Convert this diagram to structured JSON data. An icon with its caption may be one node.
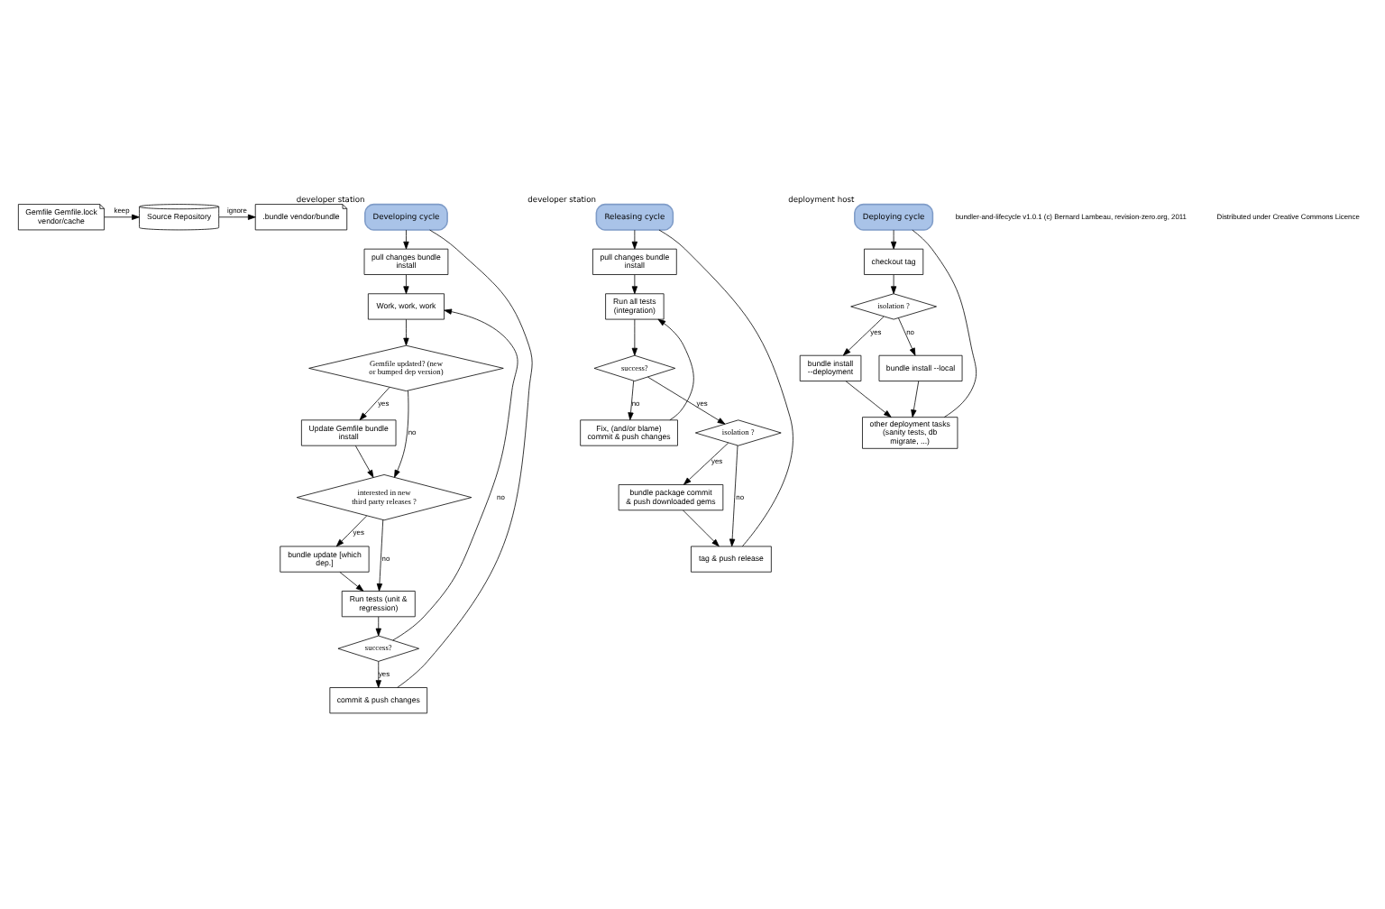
{
  "diagram": {
    "nodes": [
      {
        "text": [
          "Gemfile Gemfile.lock vendor/cache"
        ]
      },
      {
        "text": [
          "Source Repository"
        ]
      },
      {
        "text": [
          ".bundle vendor/bundle"
        ]
      },
      {
        "text": [
          "Developing cycle"
        ],
        "beside": [
          "developer station"
        ]
      },
      {
        "text": [
          "pull changes bundle install"
        ]
      },
      {
        "text": [
          "Work, work, work"
        ]
      },
      {
        "text": [
          "Gemfile updated? (new or bumped dep version)"
        ]
      },
      {
        "text": [
          "Update Gemfile bundle install"
        ]
      },
      {
        "text": [
          "interested in new third party releases ?"
        ]
      },
      {
        "text": [
          "bundle update [which dep.]"
        ]
      },
      {
        "text": [
          "Run tests (unit & regression)"
        ]
      },
      {
        "text": [
          "success?"
        ]
      },
      {
        "text": [
          "commit & push changes"
        ]
      },
      {
        "text": [
          "Releasing cycle"
        ],
        "beside": [
          "developer station"
        ]
      },
      {
        "text": [
          "pull changes bundle install"
        ]
      },
      {
        "text": [
          "Run all tests (integration)"
        ]
      },
      {
        "text": [
          "success?"
        ]
      },
      {
        "text": [
          "Fix, (and/or blame) commit & push changes"
        ]
      },
      {
        "text": [
          "isolation ?"
        ]
      },
      {
        "text": [
          "bundle package commit & push downloaded gems"
        ]
      },
      {
        "text": [
          "tag & push release"
        ]
      },
      {
        "text": [
          "Deploying cycle"
        ],
        "beside": [
          "deployment host"
        ]
      },
      {
        "text": [
          "checkout tag"
        ]
      },
      {
        "text": [
          "isolation ?"
        ]
      },
      {
        "text": [
          "bundle install --deployment"
        ]
      },
      {
        "text": [
          "bundle install --local"
        ]
      },
      {
        "text": [
          "other deployment tasks (sanity tests, db migrate, ...)"
        ]
      }
    ],
    "edges": [
      {
        "from": 0,
        "to": 1,
        "arrow": "to",
        "label": "keep"
      },
      {
        "from": 1,
        "to": 2,
        "arrow": "to",
        "label": "ignore"
      },
      {
        "from": 3,
        "to": 4,
        "arrow": "to"
      },
      {
        "from": 4,
        "to": 5,
        "arrow": "to"
      },
      {
        "from": 5,
        "to": 6,
        "arrow": "to"
      },
      {
        "from": 6,
        "to": 7,
        "arrow": "to",
        "label": "yes"
      },
      {
        "from": 6,
        "to": 8,
        "arrow": "to",
        "label": "no"
      },
      {
        "from": 7,
        "to": 8,
        "arrow": "to"
      },
      {
        "from": 8,
        "to": 9,
        "arrow": "to",
        "label": "yes"
      },
      {
        "from": 8,
        "to": 10,
        "arrow": "to",
        "label": "no"
      },
      {
        "from": 9,
        "to": 10,
        "arrow": "to"
      },
      {
        "from": 10,
        "to": 11,
        "arrow": "to"
      },
      {
        "from": 11,
        "to": 12,
        "arrow": "to",
        "label": "yes"
      },
      {
        "from": 11,
        "to": 5,
        "arrow": "to",
        "label": "no"
      },
      {
        "from": 12,
        "to": 3,
        "arrow": "none"
      },
      {
        "from": 13,
        "to": 14,
        "arrow": "to"
      },
      {
        "from": 14,
        "to": 15,
        "arrow": "to"
      },
      {
        "from": 15,
        "to": 16,
        "arrow": "to"
      },
      {
        "from": 16,
        "to": 17,
        "arrow": "to",
        "label": "no"
      },
      {
        "from": 17,
        "to": 15,
        "arrow": "to"
      },
      {
        "from": 16,
        "to": 18,
        "arrow": "to",
        "label": "yes"
      },
      {
        "from": 18,
        "to": 19,
        "arrow": "to",
        "label": "yes"
      },
      {
        "from": 18,
        "to": 20,
        "arrow": "to",
        "label": "no"
      },
      {
        "from": 19,
        "to": 20,
        "arrow": "to"
      },
      {
        "from": 20,
        "to": 13,
        "arrow": "none"
      },
      {
        "from": 21,
        "to": 22,
        "arrow": "to"
      },
      {
        "from": 22,
        "to": 23,
        "arrow": "to"
      },
      {
        "from": 23,
        "to": 24,
        "arrow": "to",
        "label": "yes"
      },
      {
        "from": 23,
        "to": 25,
        "arrow": "to",
        "label": "no"
      },
      {
        "from": 24,
        "to": 26,
        "arrow": "to"
      },
      {
        "from": 25,
        "to": 26,
        "arrow": "to"
      },
      {
        "from": 26,
        "to": 21,
        "arrow": "none"
      }
    ],
    "labels": [
      "bundler-and-lifecycle v1.0.1 (c) Bernard Lambeau, revision-zero.org, 2011",
      "Distributed under Creative Commons Licence"
    ]
  }
}
